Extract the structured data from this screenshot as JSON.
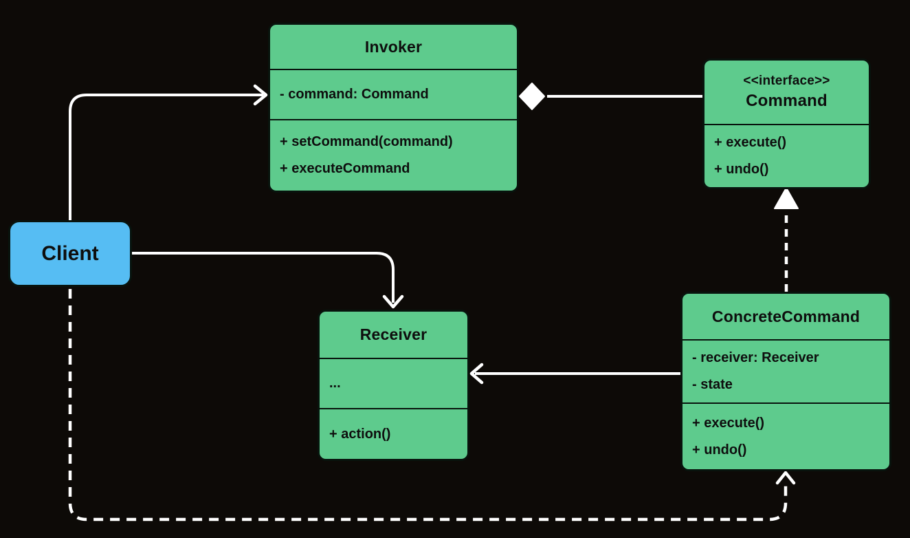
{
  "colors": {
    "background": "#0d0a07",
    "class_fill": "#5ecb8d",
    "client_fill": "#56bdf3",
    "line": "#ffffff",
    "text": "#0e0e0e"
  },
  "classes": {
    "invoker": {
      "name": "Invoker",
      "attributes": [
        "- command: Command"
      ],
      "methods": [
        "+ setCommand(command)",
        "+ executeCommand"
      ]
    },
    "command": {
      "stereotype": "<<interface>>",
      "name": "Command",
      "methods": [
        "+ execute()",
        "+ undo()"
      ]
    },
    "client": {
      "name": "Client"
    },
    "receiver": {
      "name": "Receiver",
      "attributes": [
        "..."
      ],
      "methods": [
        "+ action()"
      ]
    },
    "concrete_command": {
      "name": "ConcreteCommand",
      "attributes": [
        "- receiver: Receiver",
        "- state"
      ],
      "methods": [
        "+ execute()",
        "+ undo()"
      ]
    }
  },
  "relationships": [
    {
      "from": "Client",
      "to": "Invoker",
      "type": "association"
    },
    {
      "from": "Client",
      "to": "Receiver",
      "type": "association"
    },
    {
      "from": "Invoker",
      "to": "Command",
      "type": "aggregation"
    },
    {
      "from": "ConcreteCommand",
      "to": "Command",
      "type": "realization"
    },
    {
      "from": "ConcreteCommand",
      "to": "Receiver",
      "type": "association"
    },
    {
      "from": "Client",
      "to": "ConcreteCommand",
      "type": "dependency"
    }
  ]
}
